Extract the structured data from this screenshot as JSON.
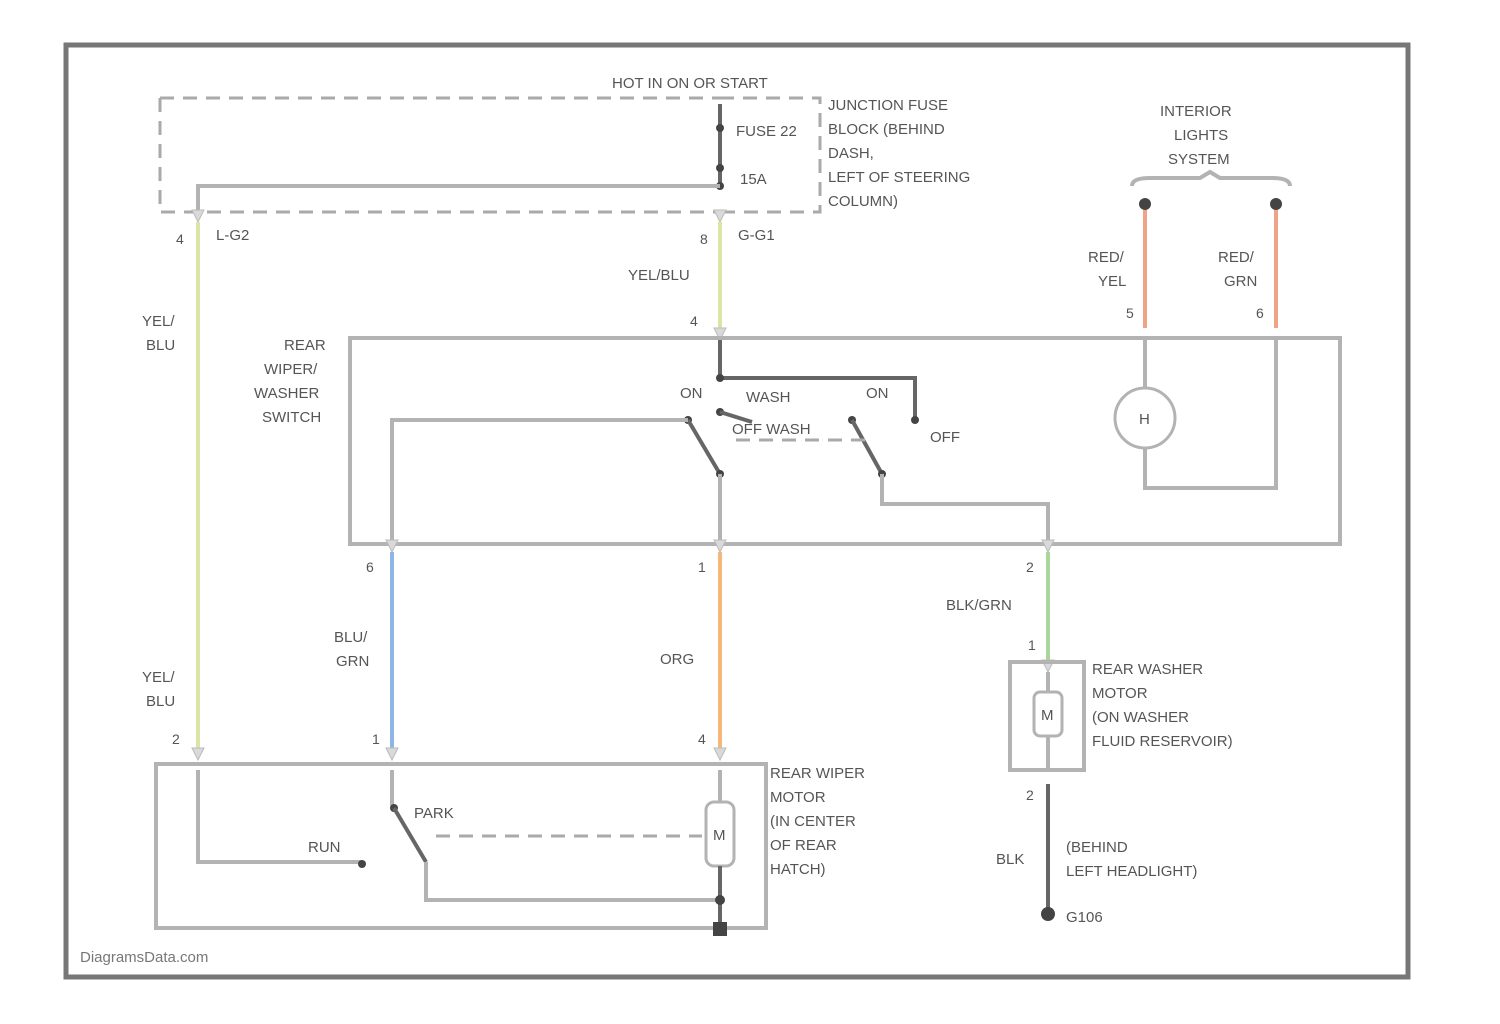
{
  "hot_in": "HOT IN ON OR START",
  "fuse": {
    "name": "FUSE 22",
    "rating": "15A",
    "junction_box": [
      "JUNCTION FUSE",
      "BLOCK (BEHIND",
      "DASH,",
      "LEFT OF STEERING",
      "COLUMN)"
    ]
  },
  "connectors": {
    "left": "L-G2",
    "right": "G-G1"
  },
  "pins": {
    "top_left": "4",
    "top_right": "8",
    "switch_top": "4",
    "interior_left": "5",
    "interior_right": "6",
    "switch_bot_left": "6",
    "switch_bot_mid": "1",
    "switch_bot_right": "2",
    "washer_top": "1",
    "washer_bot": "2",
    "motor_left": "2",
    "motor_mid": "1",
    "motor_right": "4"
  },
  "wires": {
    "yel_blu_top": [
      "YEL/",
      "BLU"
    ],
    "yel_blu_right": "YEL/BLU",
    "yel_blu_bottom": [
      "YEL/",
      "BLU"
    ],
    "blu_grn": [
      "BLU/",
      "GRN"
    ],
    "org": "ORG",
    "blk_grn": "BLK/GRN",
    "red_yel": [
      "RED/",
      "YEL"
    ],
    "red_grn": [
      "RED/",
      "GRN"
    ],
    "blk": "BLK"
  },
  "interior_lights": [
    "INTERIOR",
    "LIGHTS",
    "SYSTEM"
  ],
  "rear_wiper_switch": [
    "REAR",
    "WIPER/",
    "WASHER",
    "SWITCH"
  ],
  "switch_positions": {
    "on1": "ON",
    "wash": "WASH",
    "off_wash": "OFF WASH",
    "on2": "ON",
    "off": "OFF"
  },
  "lamp_symbol": "H",
  "rear_washer_motor": [
    "REAR WASHER",
    "MOTOR",
    "(ON WASHER",
    "FLUID RESERVOIR)"
  ],
  "rear_wiper_motor": [
    "REAR WIPER",
    "MOTOR",
    "(IN CENTER",
    "OF REAR",
    "HATCH)"
  ],
  "motor_symbol": "M",
  "park": "PARK",
  "run": "RUN",
  "ground": {
    "location": [
      "(BEHIND",
      "LEFT HEADLIGHT)"
    ],
    "id": "G106"
  },
  "watermark": "DiagramsData.com",
  "colors": {
    "yel_blu": "#d9e6a8",
    "blu": "#8fb4e6",
    "org": "#f5b77a",
    "grn": "#a9d69a",
    "red": "#f0a486",
    "frame": "#777777",
    "wire": "#b3b3b3"
  }
}
